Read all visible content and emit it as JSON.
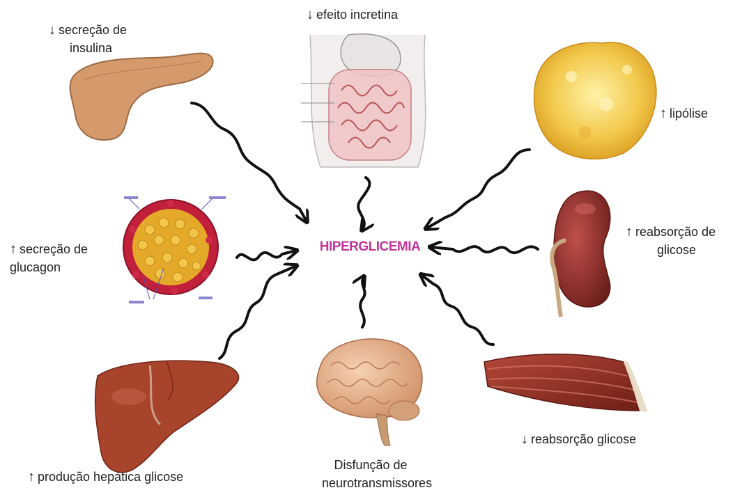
{
  "center": {
    "title": "HIPERGLICEMIA",
    "color": "#c0349a"
  },
  "labels": {
    "pancreas": {
      "arrow": "↓",
      "line1": "secreção de",
      "line2": "insulina"
    },
    "gut": {
      "arrow": "↓",
      "text": "efeito incretina"
    },
    "fat": {
      "arrow": "↑",
      "text": "lipólise"
    },
    "alpha_cells": {
      "arrow": "↑",
      "line1": "secreção de",
      "line2": "glucagon"
    },
    "kidney": {
      "arrow": "↑",
      "line1": "reabsorção de",
      "line2": "glicose"
    },
    "liver": {
      "arrow": "↑",
      "text": "produção hepática glicose"
    },
    "brain": {
      "line1": "Disfunção de",
      "line2": "neurotransmissores"
    },
    "muscle": {
      "arrow": "↓",
      "text": "reabsorção glicose"
    }
  },
  "colors": {
    "pancreas": "#d59a6c",
    "fat": "#f2c94c",
    "kidney": "#8e2f2a",
    "liver": "#a8432c",
    "brain": "#e8b48e",
    "muscle": "#8c2f22",
    "gut": "#d98a8a",
    "islet_red": "#c0203a",
    "islet_yellow": "#e5a92a"
  }
}
